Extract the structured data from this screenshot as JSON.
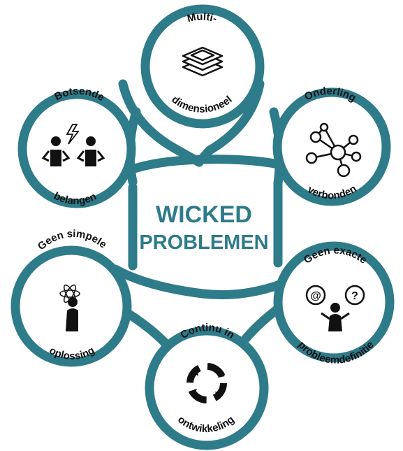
{
  "colors": {
    "ring": "#2e7b8a",
    "ink": "#111111",
    "title": "#2e7b8a",
    "fill": "#ffffff"
  },
  "center": {
    "line1": "WICKED",
    "line2": "PROBLEMEN"
  },
  "nodes": [
    {
      "id": "multi",
      "top": "Multi-",
      "bottom": "dimensioneel",
      "icon": "stacked-layers-icon"
    },
    {
      "id": "onderling",
      "top": "Onderling",
      "bottom": "verbonden",
      "icon": "network-nodes-icon"
    },
    {
      "id": "geen-exacte",
      "top": "Geen exacte",
      "bottom": "probleemdefinitie",
      "icon": "confused-person-icon"
    },
    {
      "id": "continu",
      "top": "Continu in",
      "bottom": "ontwikkeling",
      "icon": "cycle-arrows-icon"
    },
    {
      "id": "geen-simpele",
      "top": "Geen simpele",
      "bottom": "oplossing",
      "icon": "thinking-person-icon"
    },
    {
      "id": "botsende",
      "top": "Botsende",
      "bottom": "belangen",
      "icon": "conflict-people-icon"
    }
  ]
}
